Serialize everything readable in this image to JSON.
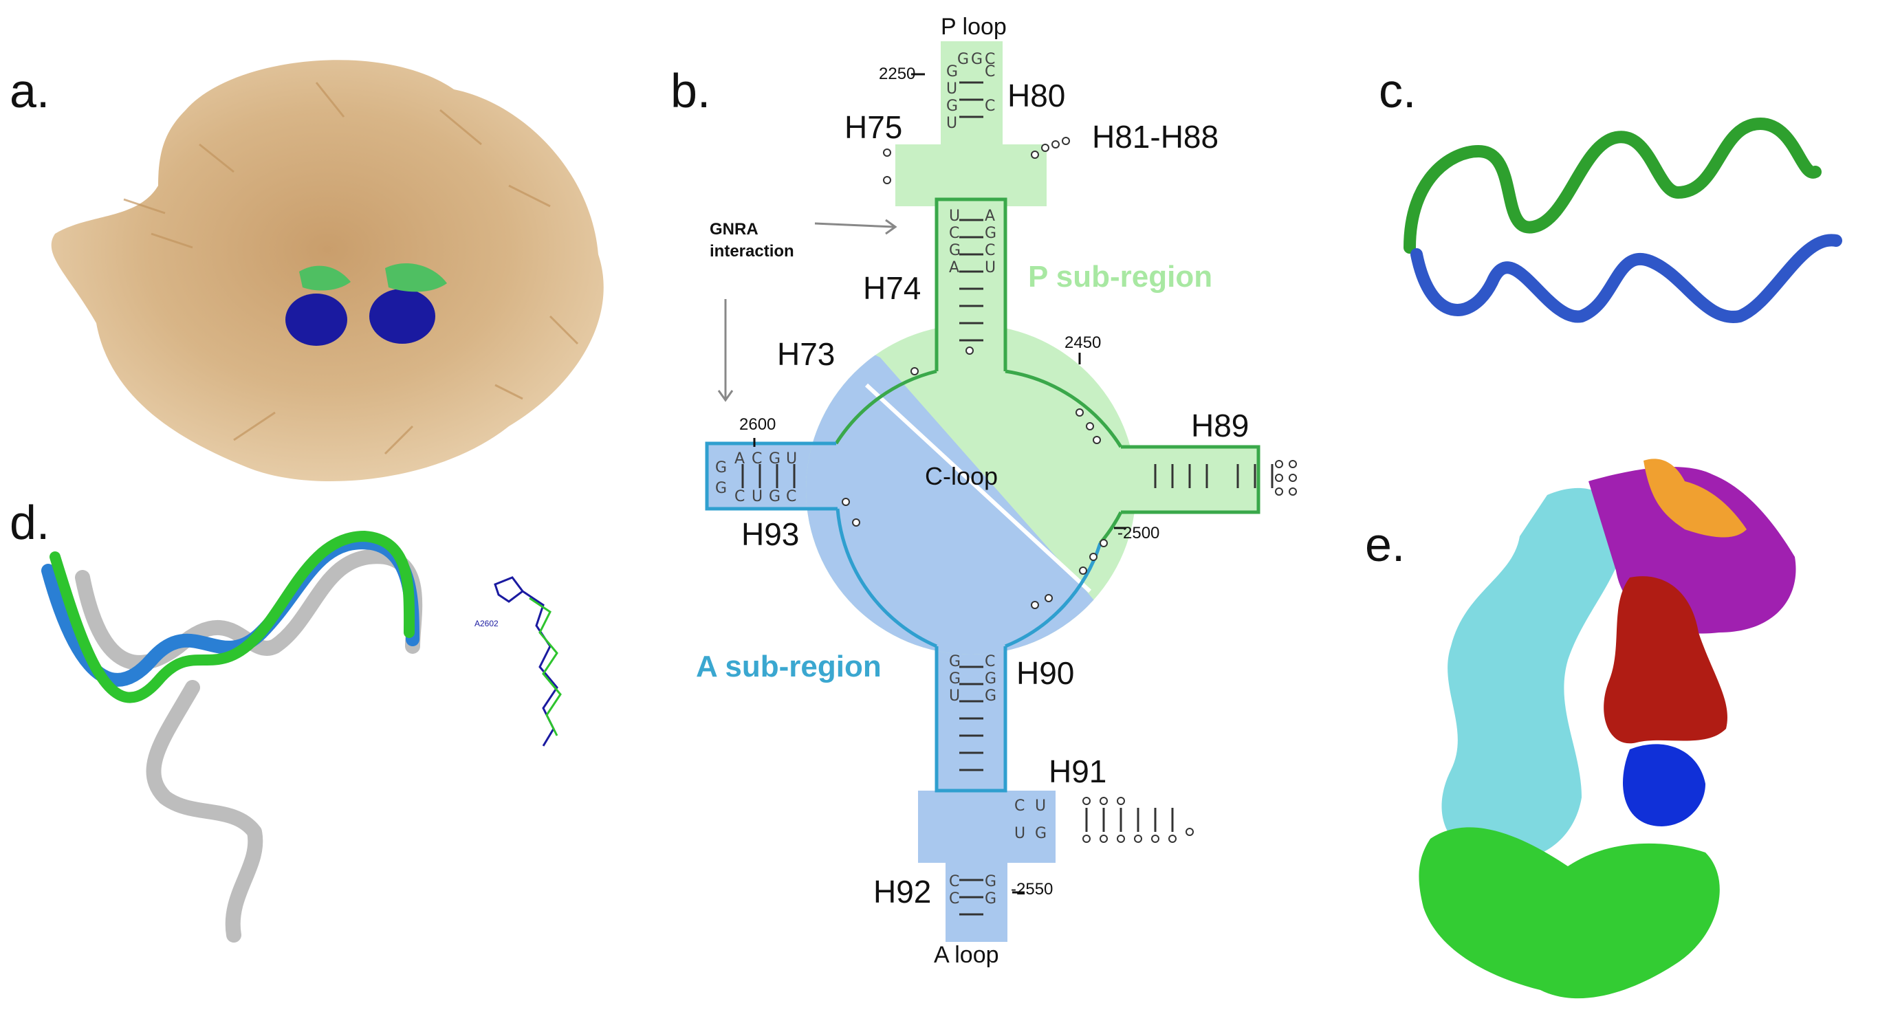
{
  "panels": {
    "a": {
      "letter": "a."
    },
    "b": {
      "letter": "b."
    },
    "c": {
      "letter": "c."
    },
    "d": {
      "letter": "d.",
      "residue_label": "A2602"
    },
    "e": {
      "letter": "e."
    }
  },
  "diagram": {
    "loops": {
      "p_loop": "P loop",
      "a_loop": "A loop",
      "c_loop": "C-loop"
    },
    "helices": {
      "H73": "H73",
      "H74": "H74",
      "H75": "H75",
      "H80": "H80",
      "H81_H88": "H81-H88",
      "H89": "H89",
      "H90": "H90",
      "H91": "H91",
      "H92": "H92",
      "H93": "H93"
    },
    "regions": {
      "p": "P sub-region",
      "a": "A sub-region"
    },
    "annotations": {
      "gnra": "GNRA\ninteraction"
    },
    "positions": {
      "p2250": "2250",
      "p2450": "2450",
      "p2500": "-2500",
      "p2550": "-2550",
      "p2600": "2600"
    },
    "colors": {
      "p_region": "#c8f0c4",
      "a_region": "#a9c8ee",
      "p_border": "#3aa84a",
      "a_border": "#2f9fcf"
    }
  },
  "structure_colors": {
    "ribosome": "#d8b587",
    "green": "#33cc33",
    "blue": "#1a1aa0",
    "grey": "#bdbdbd",
    "cyan": "#7fd9e0",
    "purple": "#a020b0",
    "orange": "#f0a030",
    "red": "#b01c14",
    "bright_blue": "#1030d8"
  }
}
